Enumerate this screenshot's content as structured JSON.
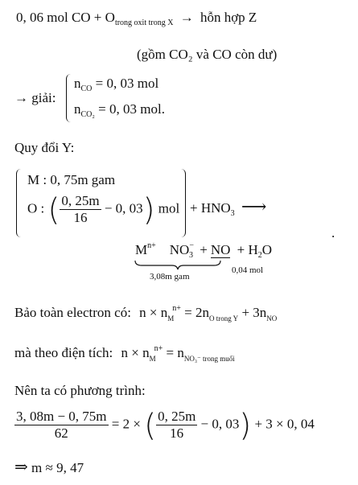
{
  "line1": {
    "lhs": "0, 06 mol CO + O",
    "sub": "trong oxit trong X",
    "arrow": "→",
    "rhs": "hỗn hợp Z"
  },
  "line2": "(gồm CO₂ và CO còn dư)",
  "solve": {
    "label": "→ giải:",
    "eq1_lhs": "n",
    "eq1_sub": "CO",
    "eq1_rhs": "= 0, 03 mol",
    "eq2_lhs": "n",
    "eq2_sub": "CO₂",
    "eq2_rhs": "= 0, 03 mol",
    "dot": "."
  },
  "quydoi": "Quy đổi Y:",
  "system": {
    "row1": "M : 0, 75m gam",
    "row2_prefix": "O :",
    "row2_num": "0, 25m",
    "row2_den": "16",
    "row2_rest": "− 0, 03",
    "row2_unit": "mol",
    "plus": "+ HNO",
    "hno3_sub": "3",
    "arrow": "⟶",
    "dot": "."
  },
  "products": {
    "m": "M",
    "m_sup": "n+",
    "no3": "NO",
    "no3_sup": "−",
    "no3_sub": "3",
    "plus1": "+",
    "no": "NO",
    "plus2": "+ H",
    "h2o_sub": "2",
    "h2o_o": "O",
    "mass_label": "3,08m gam",
    "no_label": "0,04 mol"
  },
  "bte": {
    "text": "Bảo toàn electron có:",
    "eq": "n × n",
    "sub1": "M",
    "sup1": "n+",
    "mid": "= 2n",
    "sub2": "O trong Y",
    "end": "+ 3n",
    "sub3": "NO"
  },
  "dientich": {
    "text": "mà theo điện tích:",
    "eq": "n × n",
    "sub1": "M",
    "sup1": "n+",
    "mid": "= n",
    "sub2": "NO₃⁻ trong muối"
  },
  "nenta": "Nên ta có phương trình:",
  "equation": {
    "num": "3, 08m − 0, 75m",
    "den": "62",
    "mid": "= 2 ×",
    "inner_num": "0, 25m",
    "inner_den": "16",
    "inner_rest": "− 0, 03",
    "end": "+ 3 × 0, 04"
  },
  "result": {
    "arrow": "⇒",
    "text": "m ≈ 9, 47"
  }
}
